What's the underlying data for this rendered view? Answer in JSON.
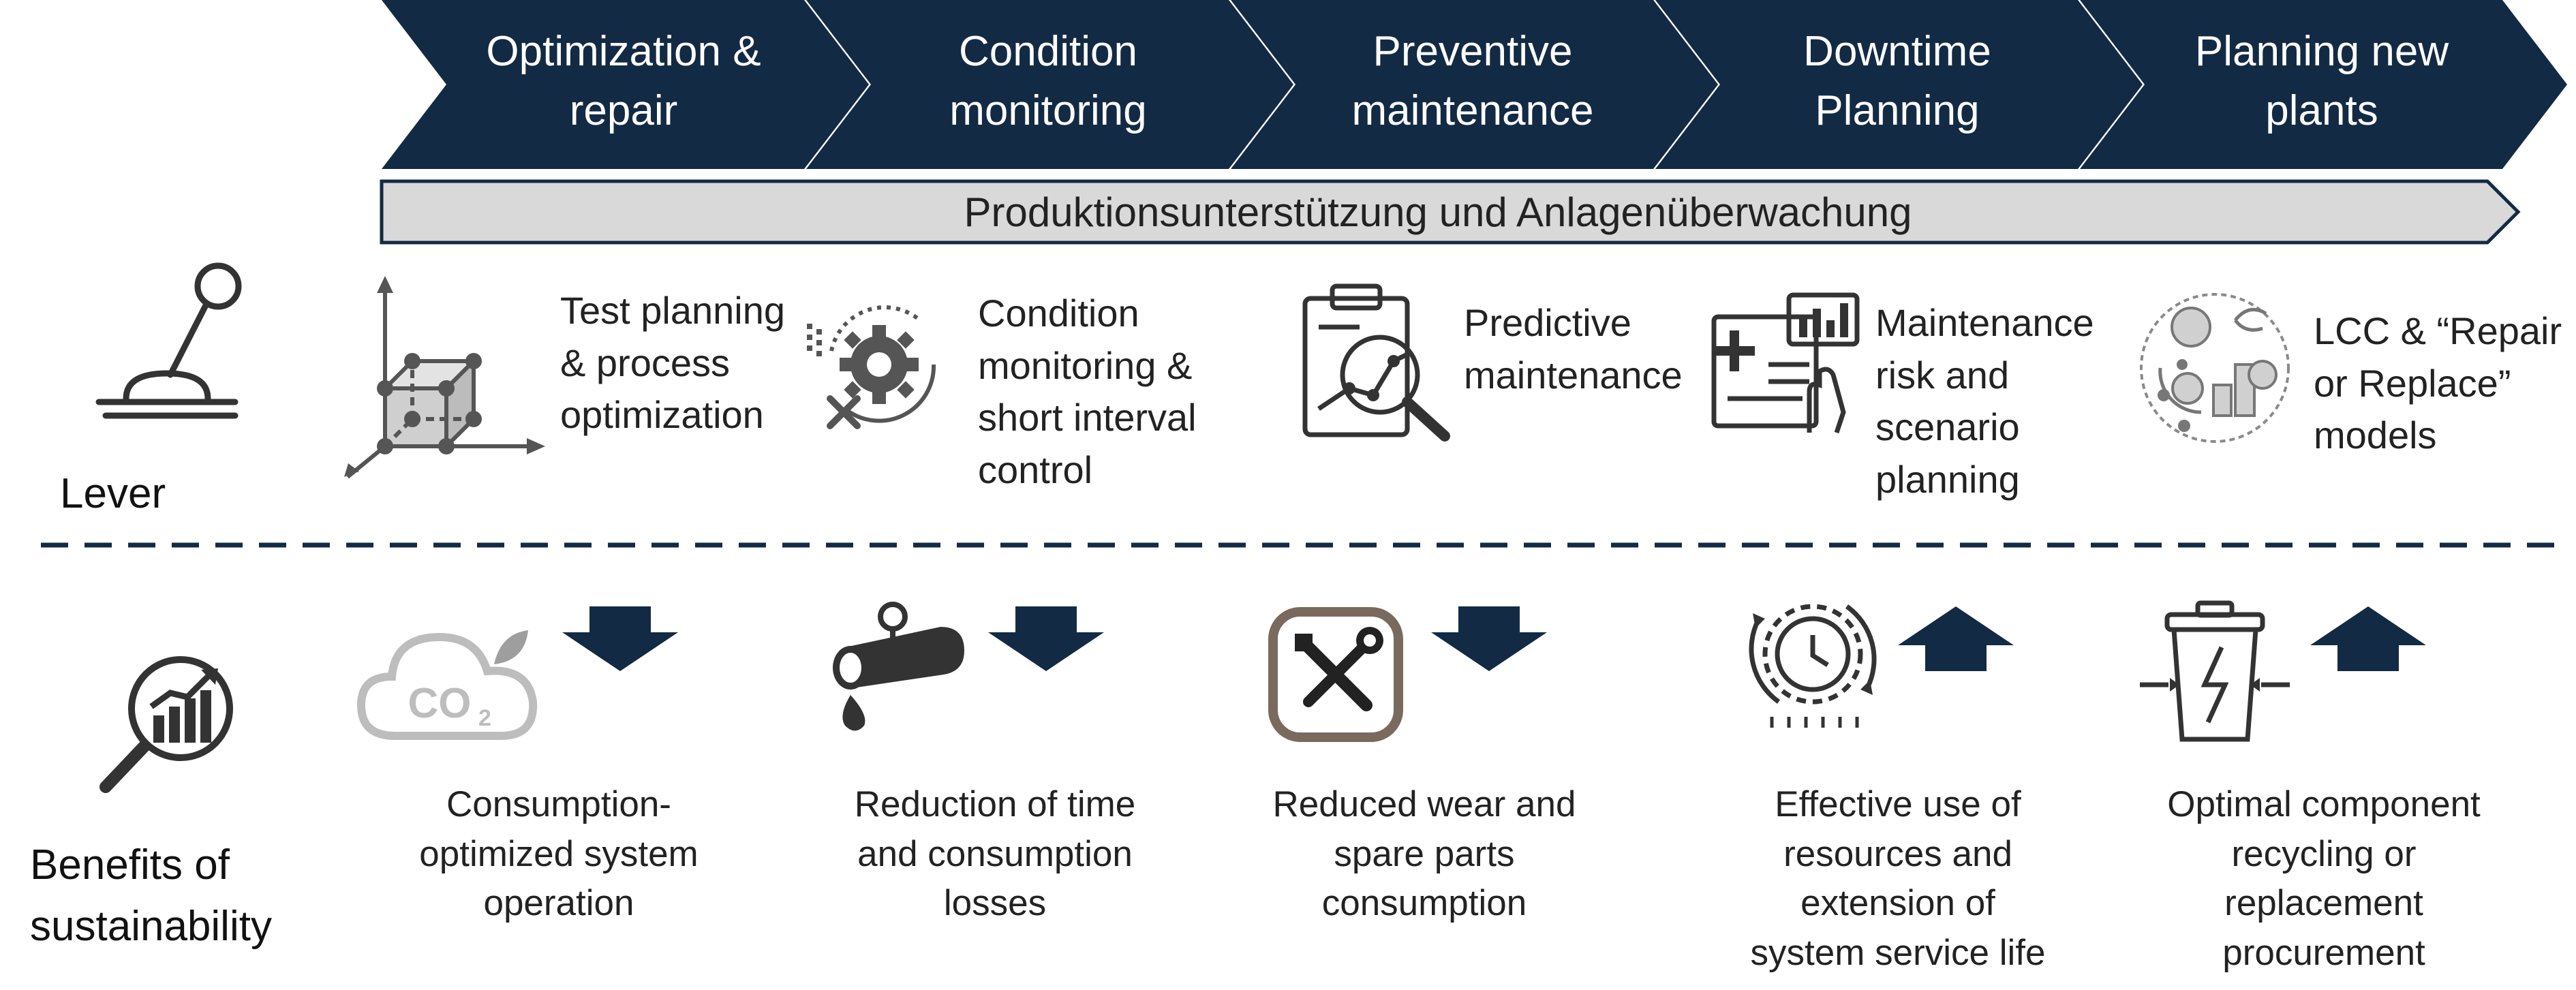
{
  "colors": {
    "navy": "#132a44",
    "banner": "#d9d9d9",
    "icon_gray": "#555555",
    "light_gray": "#bfbfbf"
  },
  "phases": [
    {
      "label": "Optimization &\nrepair"
    },
    {
      "label": "Condition\nmonitoring"
    },
    {
      "label": "Preventive\nmaintenance"
    },
    {
      "label": "Downtime\nPlanning"
    },
    {
      "label": "Planning new\nplants"
    }
  ],
  "banner": {
    "label": "Produktionsunterstützung und Anlagenüberwachung"
  },
  "section_labels": {
    "lever": "Lever",
    "benefits": "Benefits of\nsustainability"
  },
  "levers": [
    {
      "icon": "3d-cube-axes-icon",
      "text": "Test planning\n& process\noptimization"
    },
    {
      "icon": "gear-tools-cycle-icon",
      "text": "Condition\nmonitoring &\nshort interval\ncontrol"
    },
    {
      "icon": "clipboard-chart-magnifier-icon",
      "text": "Predictive\nmaintenance"
    },
    {
      "icon": "report-chart-hand-icon",
      "text": "Maintenance\nrisk and\nscenario\nplanning"
    },
    {
      "icon": "lifecycle-cost-icon",
      "text": "LCC & “Repair\nor Replace”\nmodels"
    }
  ],
  "benefits": [
    {
      "icon": "co2-cloud-icon",
      "direction": "down",
      "text": "Consumption-\noptimized system\noperation"
    },
    {
      "icon": "leaking-pipe-icon",
      "direction": "down",
      "text": "Reduction of time\nand consumption\nlosses"
    },
    {
      "icon": "wrench-screwdriver-icon",
      "direction": "down",
      "text": "Reduced wear and\nspare parts\nconsumption"
    },
    {
      "icon": "clock-gear-icon",
      "direction": "up",
      "text": "Effective use of\nresources and\nextension of\nsystem service life"
    },
    {
      "icon": "recycle-bin-icon",
      "direction": "up",
      "text": "Optimal component\nrecycling or\nreplacement\nprocurement"
    }
  ]
}
